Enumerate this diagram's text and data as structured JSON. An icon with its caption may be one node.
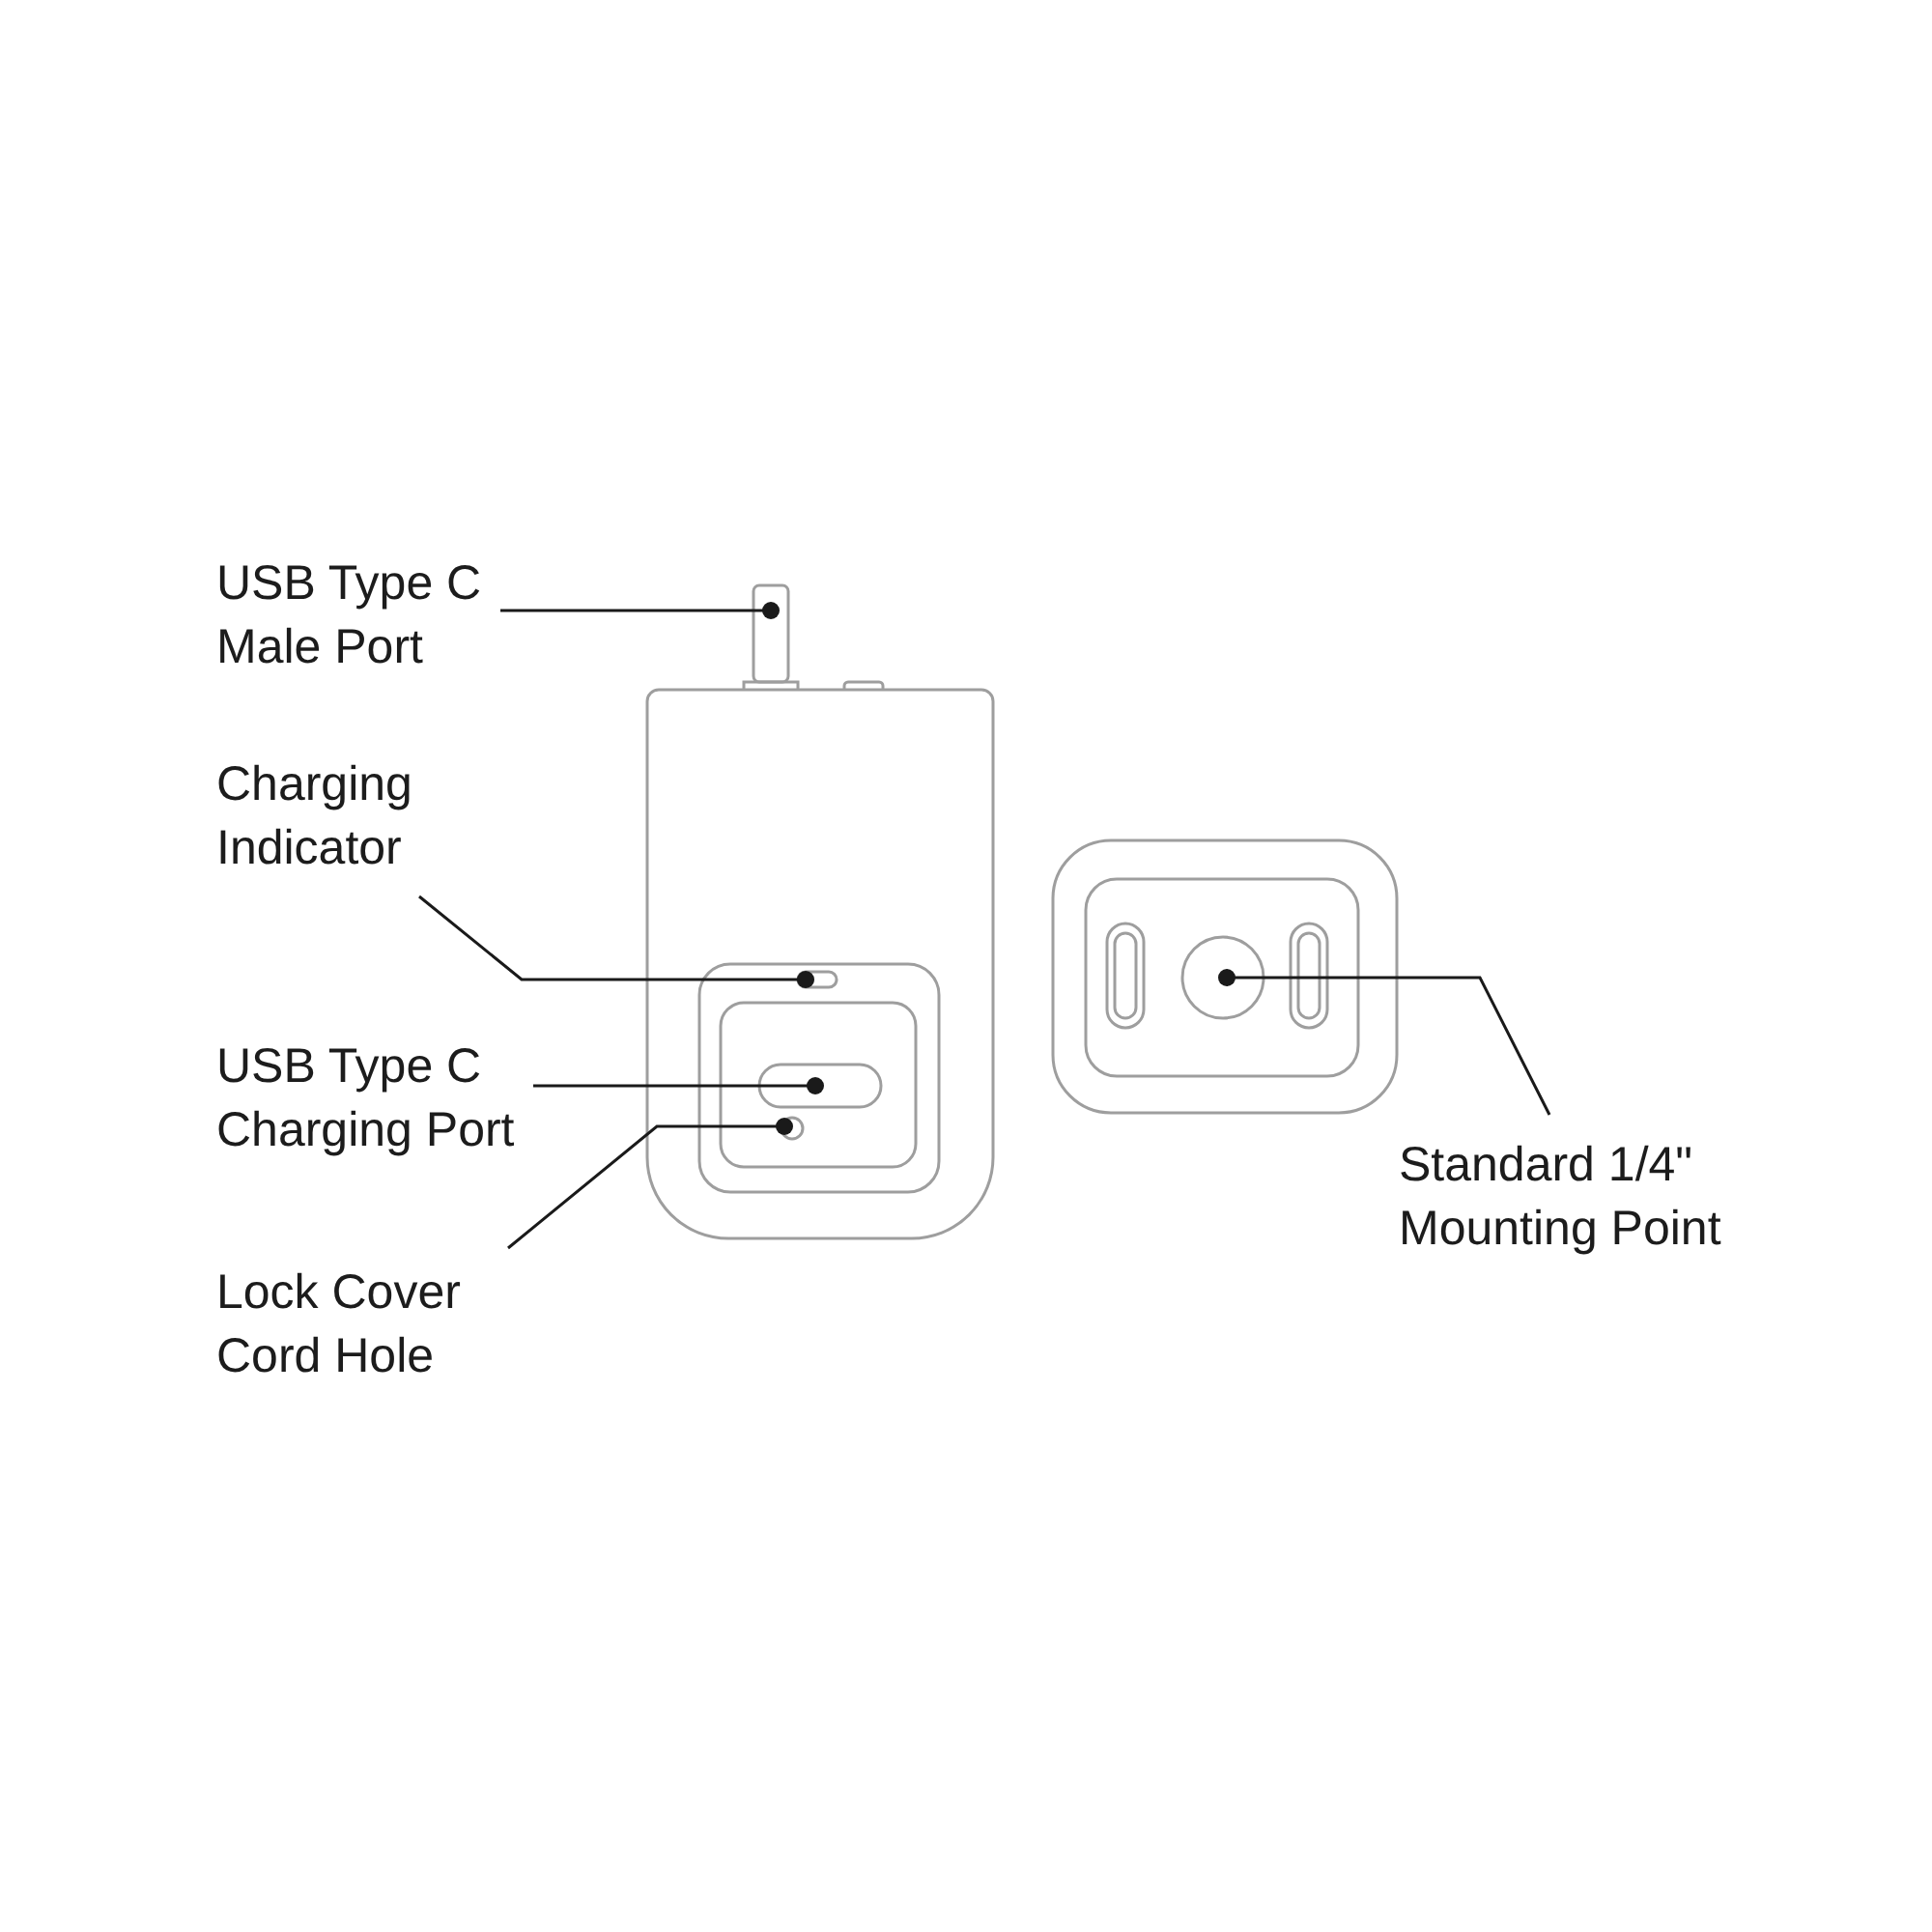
{
  "diagram": {
    "nodes": [
      {
        "text": [
          "USB Type C Male Port"
        ]
      },
      {
        "text": [
          "Charging Indicator"
        ]
      },
      {
        "text": [
          "USB Type C Charging Port"
        ]
      },
      {
        "text": [
          "Lock Cover Cord Hole"
        ]
      },
      {
        "text": [
          "Standard 1/4\" Mounting Point"
        ]
      },
      {
        "text": [],
        "shape": "box"
      },
      {
        "text": [],
        "shape": "box"
      },
      {
        "text": [],
        "shape": "box"
      },
      {
        "text": [],
        "shape": "circle"
      },
      {
        "text": [],
        "shape": "circle"
      }
    ],
    "edges": [
      {
        "from": 0,
        "to": 5,
        "arrow": "other"
      },
      {
        "from": 1,
        "to": 6,
        "arrow": "other"
      },
      {
        "from": 2,
        "to": 7,
        "arrow": "other"
      },
      {
        "from": 3,
        "to": 8,
        "arrow": "other"
      },
      {
        "from": 4,
        "to": 9,
        "arrow": "other"
      }
    ]
  }
}
